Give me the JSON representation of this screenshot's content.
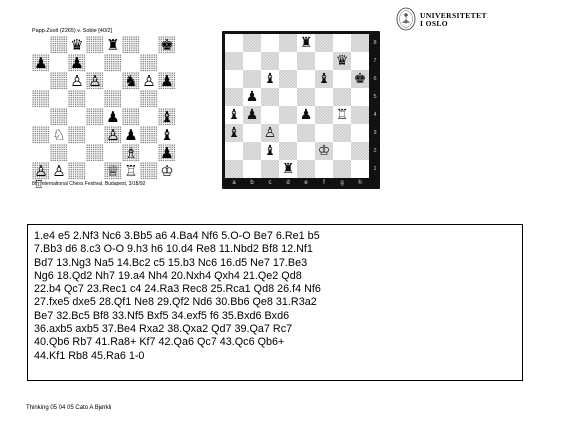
{
  "left_diagram": {
    "caption": "Papp.Zsolt (2265) v. Soble    [40/2]",
    "footer": "8th International Chess Festival, Budapest, 3/18/92",
    "rows": [
      [
        "",
        "",
        "♛",
        "",
        "♜",
        "",
        "",
        "♚"
      ],
      [
        "♟",
        "",
        "♟",
        "",
        "",
        "",
        "",
        ""
      ],
      [
        "",
        "",
        "♙",
        "♙",
        "",
        "♞",
        "♙",
        "♟"
      ],
      [
        "",
        "",
        "",
        "",
        "",
        "",
        "",
        ""
      ],
      [
        "",
        "",
        "",
        "",
        "♟",
        "",
        "",
        "♝"
      ],
      [
        "",
        "♘",
        "",
        "",
        "♙",
        "♟",
        "",
        "♝"
      ],
      [
        "",
        "",
        "",
        "",
        "",
        "♗",
        "",
        "♟"
      ],
      [
        "♙",
        "♙",
        "",
        "",
        "♕",
        "♖",
        "",
        "♔"
      ],
      [
        "♖",
        "",
        "",
        "",
        "",
        "",
        "",
        ""
      ]
    ]
  },
  "right_diagram": {
    "rows": [
      [
        "",
        "",
        "",
        "",
        "♜",
        "",
        "",
        ""
      ],
      [
        "",
        "",
        "",
        "",
        "",
        "",
        "♛",
        ""
      ],
      [
        "",
        "",
        "♝",
        "",
        "",
        "♝",
        "",
        "♚"
      ],
      [
        "",
        "♟",
        "",
        "",
        "",
        "",
        "",
        ""
      ],
      [
        "♝",
        "♟",
        "",
        "",
        "♟",
        "",
        "♖",
        ""
      ],
      [
        "♝",
        "",
        "♙",
        "",
        "",
        "",
        "",
        ""
      ],
      [
        "",
        "",
        "♝",
        "",
        "",
        "♔",
        "",
        ""
      ],
      [
        "",
        "",
        "",
        "♜",
        "",
        "",
        "",
        ""
      ]
    ],
    "ranks": [
      "8",
      "7",
      "6",
      "5",
      "4",
      "3",
      "2",
      "1"
    ],
    "files": [
      "a",
      "b",
      "c",
      "d",
      "e",
      "f",
      "g",
      "h"
    ]
  },
  "logo": {
    "line1": "UNIVERSITETET",
    "line2": "I OSLO"
  },
  "moves": "1.e4 e5 2.Nf3 Nc6 3.Bb5 a6 4.Ba4 Nf6 5.O-O Be7 6.Re1 b5\n7.Bb3 d6 8.c3 O-O 9.h3 h6 10.d4 Re8 11.Nbd2 Bf8 12.Nf1\nBd7 13.Ng3 Na5 14.Bc2 c5 15.b3 Nc6 16.d5 Ne7 17.Be3\nNg6 18.Qd2 Nh7 19.a4 Nh4 20.Nxh4 Qxh4 21.Qe2 Qd8\n22.b4 Qc7 23.Rec1 c4 24.Ra3 Rec8 25.Rca1 Qd8 26.f4 Nf6\n27.fxe5 dxe5 28.Qf1 Ne8 29.Qf2 Nd6 30.Bb6 Qe8 31.R3a2\nBe7 32.Bc5 Bf8 33.Nf5 Bxf5 34.exf5 f6 35.Bxd6 Bxd6\n36.axb5 axb5 37.Be4 Rxa2 38.Qxa2 Qd7 39.Qa7 Rc7\n40.Qb6 Rb7 41.Ra8+ Kf7 42.Qa6 Qc7 43.Qc6 Qb6+\n44.Kf1 Rb8 45.Ra6 1-0",
  "footer": "Thinking 05 04 05 Cato A Bjørkli"
}
